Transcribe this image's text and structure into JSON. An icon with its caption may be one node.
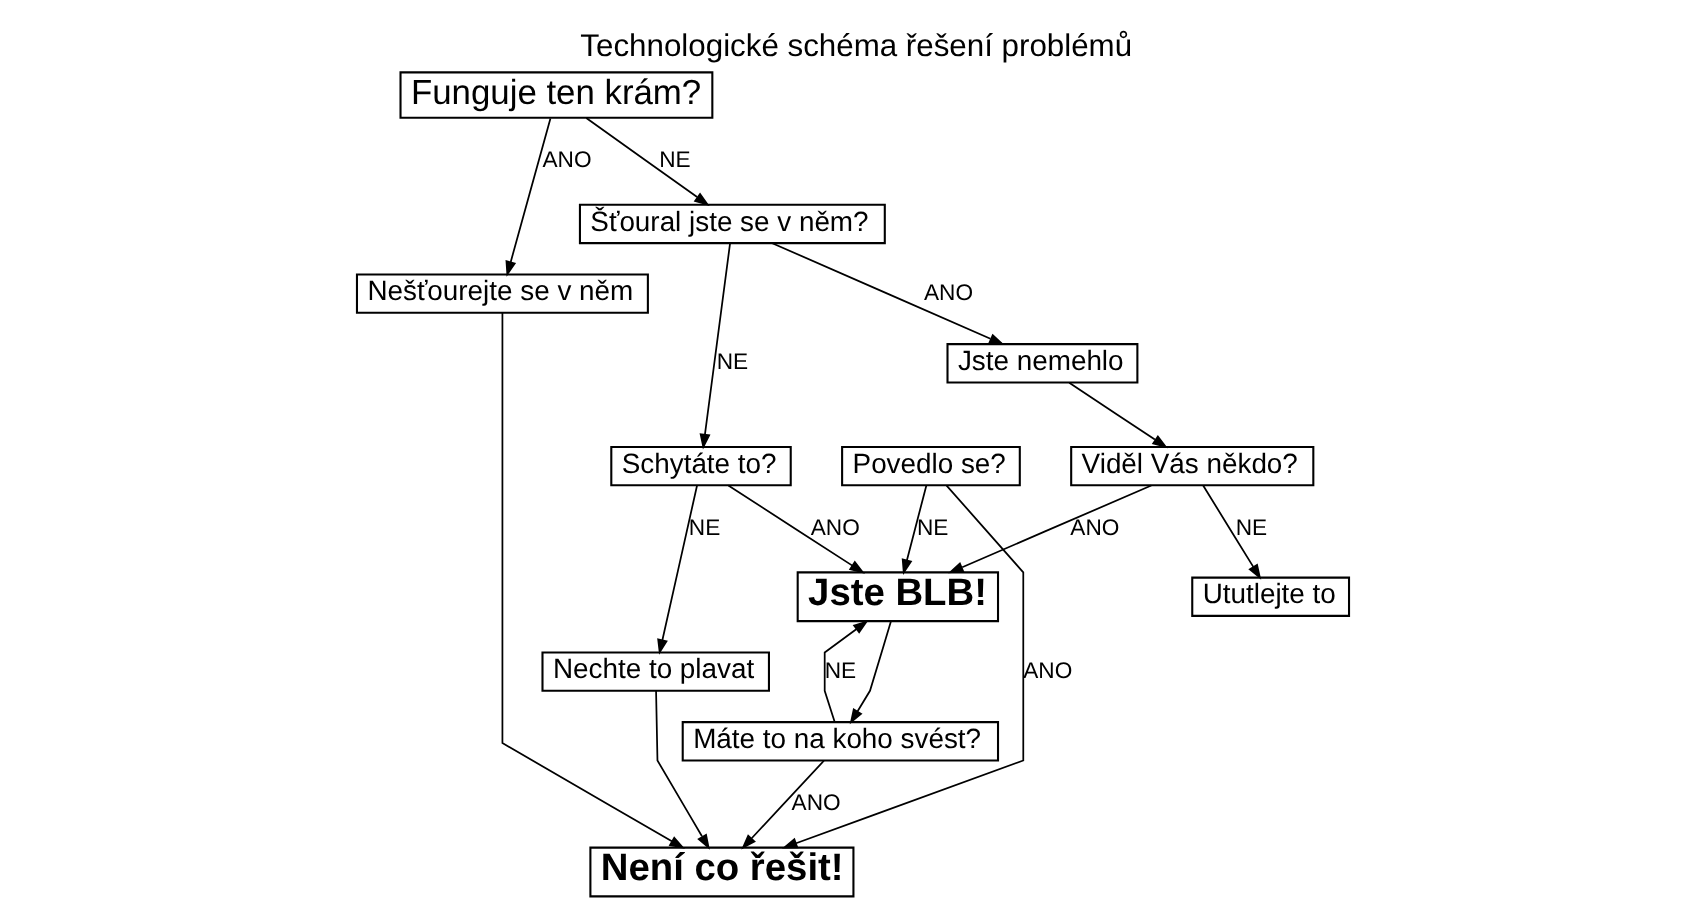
{
  "diagram": {
    "title": "Technologické schéma řešení problémů",
    "nodes": [
      {
        "text": [
          "Funguje ten krám?"
        ]
      },
      {
        "text": [
          "Nešťourejte se v něm"
        ]
      },
      {
        "text": [
          "Šťoural jste se v něm?"
        ]
      },
      {
        "text": [
          "Jste nemehlo"
        ]
      },
      {
        "text": [
          "Viděl Vás někdo?"
        ]
      },
      {
        "text": [
          "Ututlejte to"
        ]
      },
      {
        "text": [
          "Povedlo se?"
        ]
      },
      {
        "text": [
          "Jste BLB!"
        ]
      },
      {
        "text": [
          "Schytáte to?"
        ]
      },
      {
        "text": [
          "Máte to na koho svést?"
        ]
      },
      {
        "text": [
          "Nechte to plavat"
        ]
      },
      {
        "text": [
          "Není co řešit!"
        ]
      }
    ],
    "edges": [
      {
        "from": 0,
        "to": 1,
        "arrow": "to",
        "label": "ANO"
      },
      {
        "from": 0,
        "to": 2,
        "arrow": "to",
        "label": "NE"
      },
      {
        "from": 2,
        "to": 3,
        "arrow": "to",
        "label": "ANO"
      },
      {
        "from": 2,
        "to": 8,
        "arrow": "to",
        "label": "NE"
      },
      {
        "from": 3,
        "to": 4,
        "arrow": "to"
      },
      {
        "from": 4,
        "to": 5,
        "arrow": "to",
        "label": "NE"
      },
      {
        "from": 4,
        "to": 7,
        "arrow": "to",
        "label": "ANO"
      },
      {
        "from": 6,
        "to": 7,
        "arrow": "to",
        "label": "NE"
      },
      {
        "from": 6,
        "to": 11,
        "arrow": "to",
        "label": "ANO"
      },
      {
        "from": 8,
        "to": 7,
        "arrow": "to",
        "label": "ANO"
      },
      {
        "from": 8,
        "to": 10,
        "arrow": "to",
        "label": "NE"
      },
      {
        "from": 7,
        "to": 9,
        "arrow": "to"
      },
      {
        "from": 9,
        "to": 7,
        "arrow": "to",
        "label": "NE"
      },
      {
        "from": 9,
        "to": 11,
        "arrow": "to",
        "label": "ANO"
      },
      {
        "from": 10,
        "to": 11,
        "arrow": "to"
      },
      {
        "from": 1,
        "to": 11,
        "arrow": "to"
      }
    ]
  }
}
